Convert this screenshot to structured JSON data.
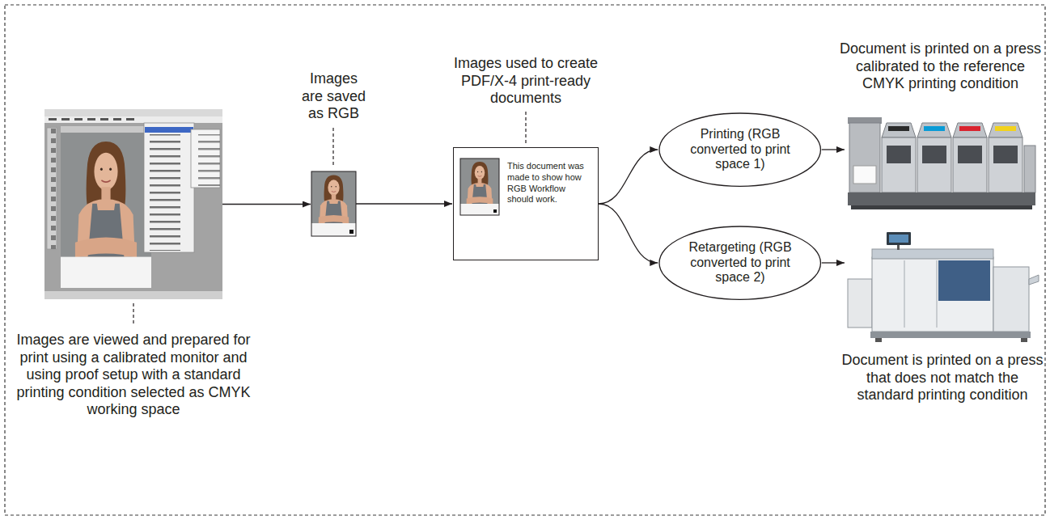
{
  "diagram": {
    "nodes": [
      {
        "text": [
          "Images are viewed and prepared for print using a calibrated monitor and using proof setup with a standard printing condition selected as CMYK working space"
        ]
      },
      {
        "text": [
          "Images are saved as RGB"
        ]
      },
      {
        "text": [
          "Images used to create PDF/X-4 print-ready documents",
          "This document was made to show how RGB Workflow should work."
        ]
      },
      {
        "text": [
          "Printing (RGB converted to print space 1)"
        ]
      },
      {
        "text": [
          "Retargeting (RGB converted to print space 2)"
        ]
      },
      {
        "text": [
          "Document is printed on a press calibrated to the reference CMYK printing condition"
        ]
      },
      {
        "text": [
          "Document is printed on a press that does not match the standard printing condition"
        ]
      }
    ],
    "edges": [
      {
        "from": 0,
        "to": 1,
        "arrow": "to"
      },
      {
        "from": 1,
        "to": 2,
        "arrow": "to"
      },
      {
        "from": 2,
        "to": 3,
        "arrow": "to"
      },
      {
        "from": 2,
        "to": 4,
        "arrow": "to"
      },
      {
        "from": 3,
        "to": 5,
        "arrow": "to"
      },
      {
        "from": 4,
        "to": 6,
        "arrow": "to"
      }
    ]
  }
}
